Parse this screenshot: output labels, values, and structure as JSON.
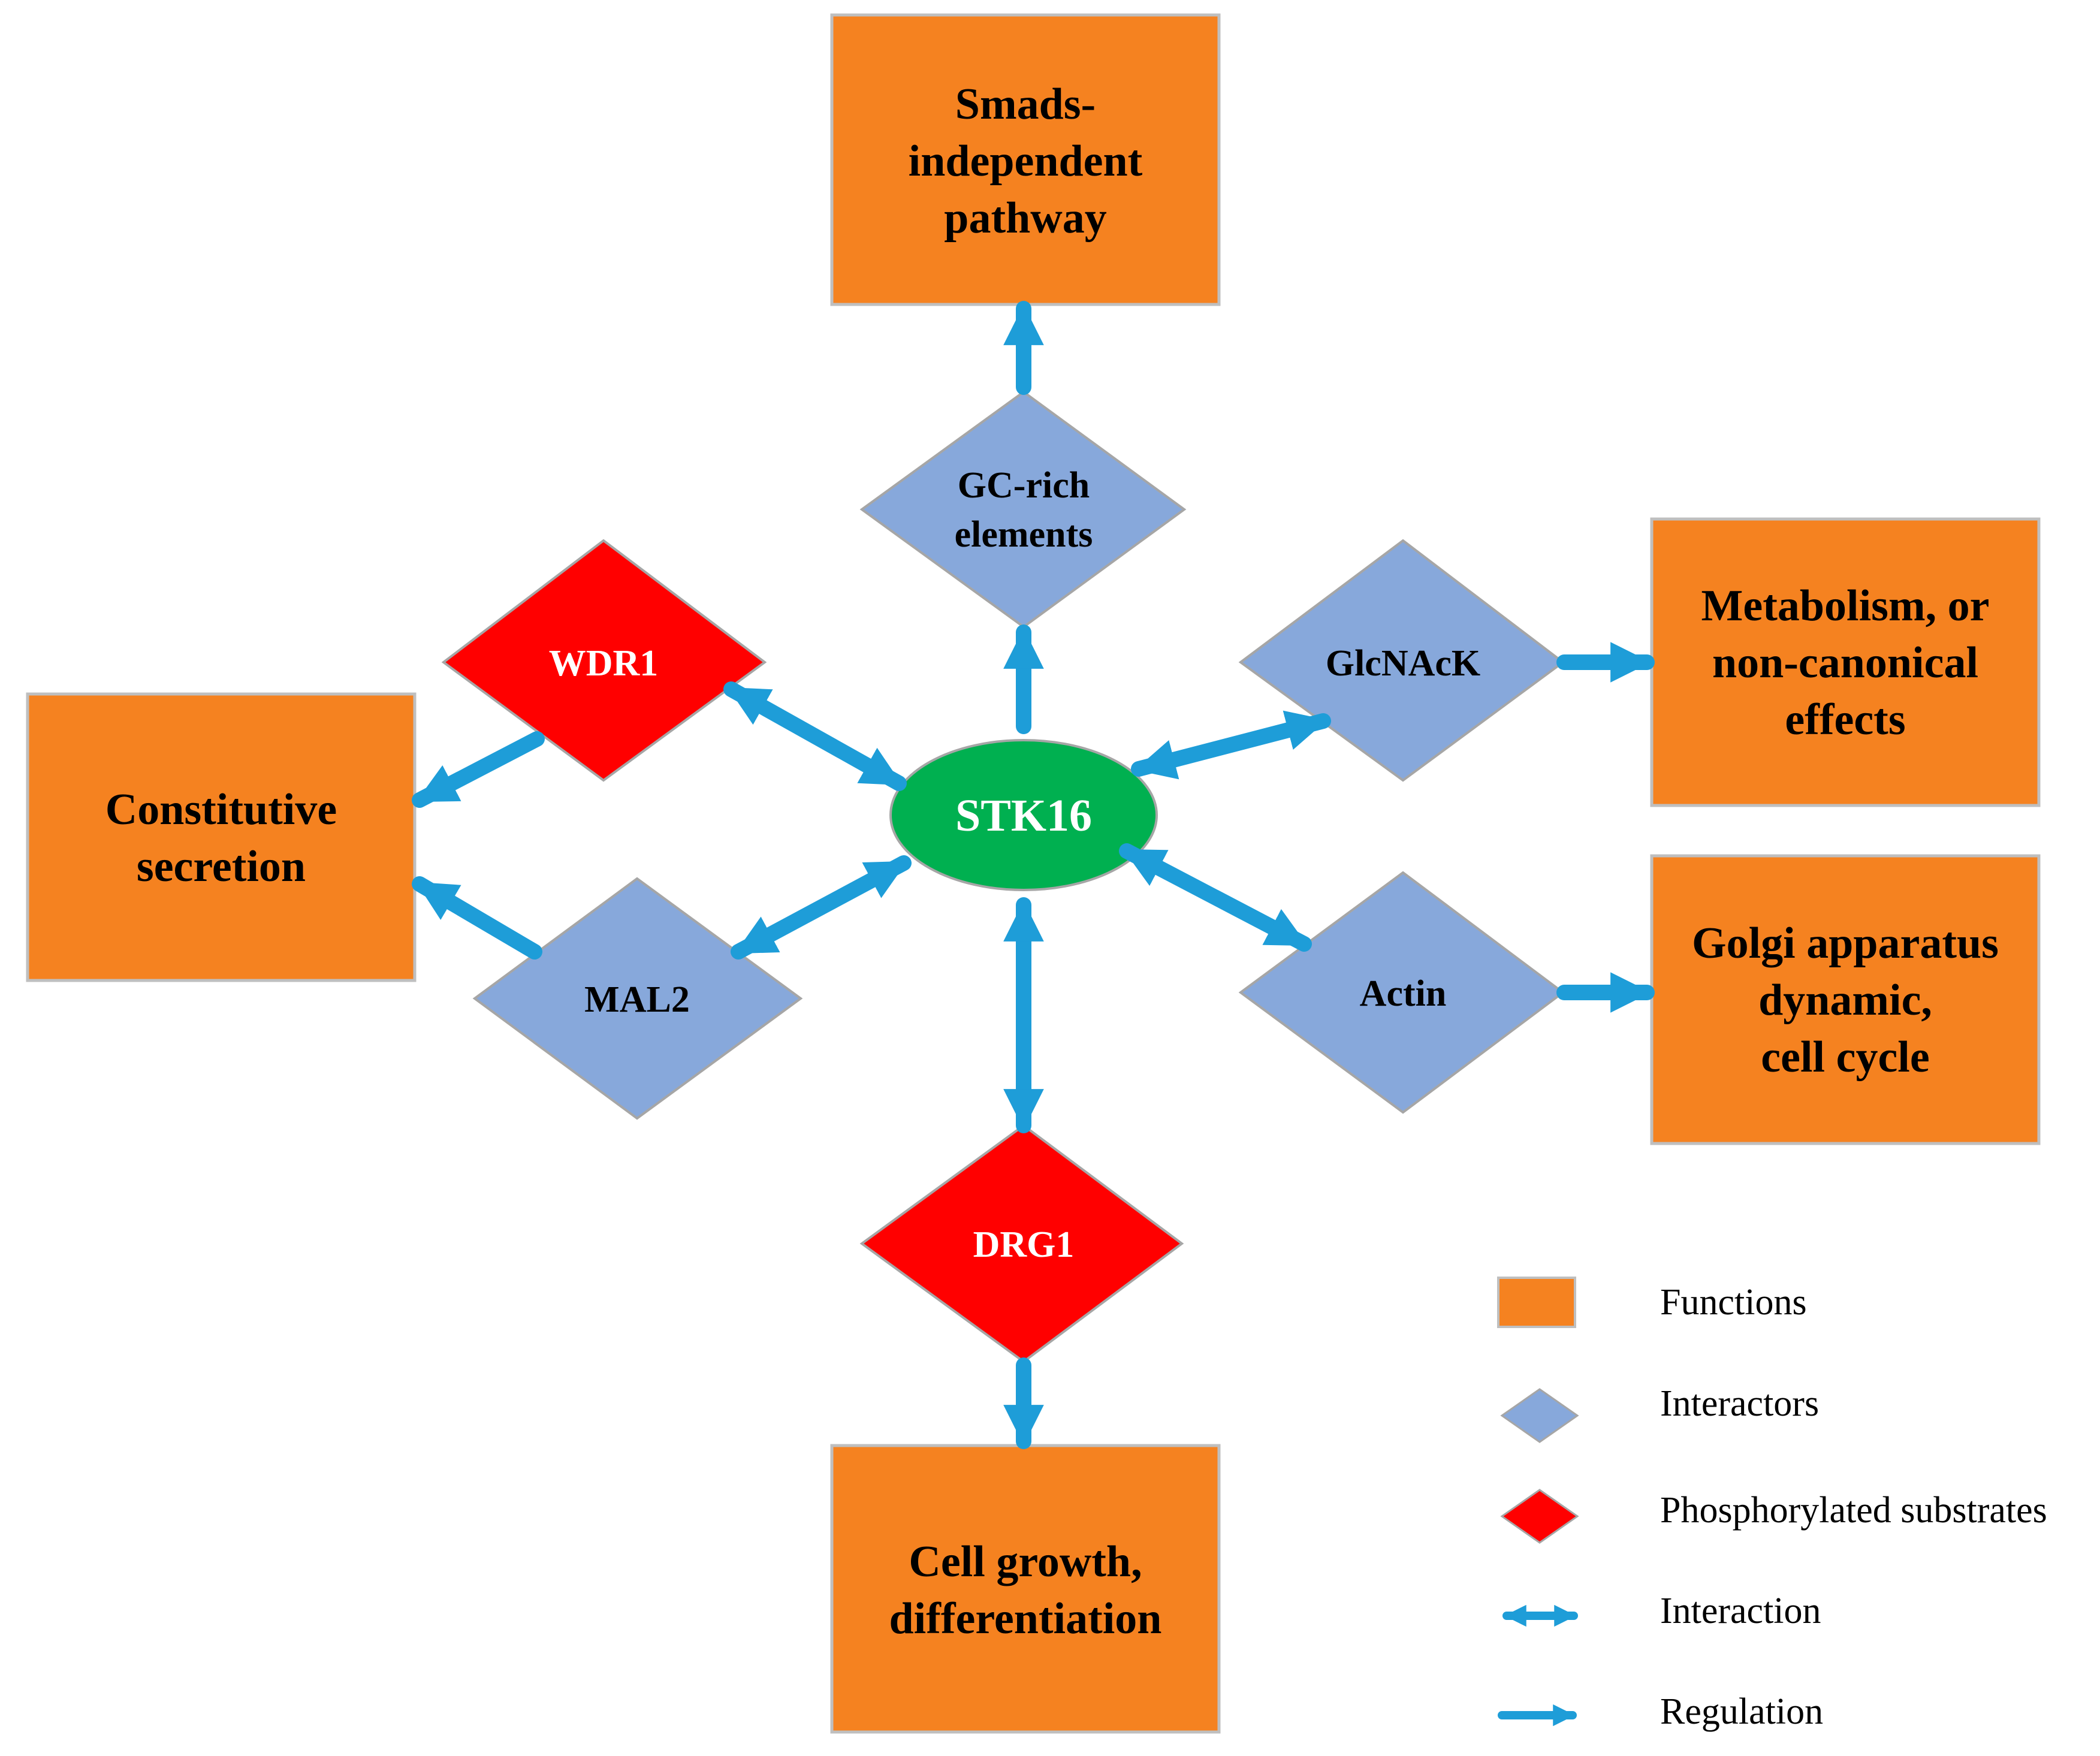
{
  "center": {
    "label": "STK16",
    "color": "#00B050"
  },
  "functions": {
    "smads": [
      "Smads-",
      "independent",
      "pathway"
    ],
    "constitutive": [
      "Constitutive",
      "secretion"
    ],
    "metabolism": [
      "Metabolism, or",
      "non-canonical",
      "effects"
    ],
    "golgi": [
      "Golgi apparatus",
      "dynamic,",
      "cell cycle"
    ],
    "cell_growth": [
      "Cell growth,",
      "differentiation"
    ]
  },
  "interactors": {
    "gc_rich": [
      "GC-rich",
      "elements"
    ],
    "glcnack": "GlcNAcK",
    "actin": "Actin",
    "mal2": "MAL2"
  },
  "substrates": {
    "wdr1": "WDR1",
    "drg1": "DRG1"
  },
  "legend": {
    "functions": "Functions",
    "interactors": "Interactors",
    "substrates": "Phosphorylated substrates",
    "interaction": "Interaction",
    "regulation": "Regulation"
  },
  "colors": {
    "function": "#F58220",
    "interactor": "#87A8DB",
    "substrate": "#FF0000",
    "arrow": "#1E9DD8"
  }
}
